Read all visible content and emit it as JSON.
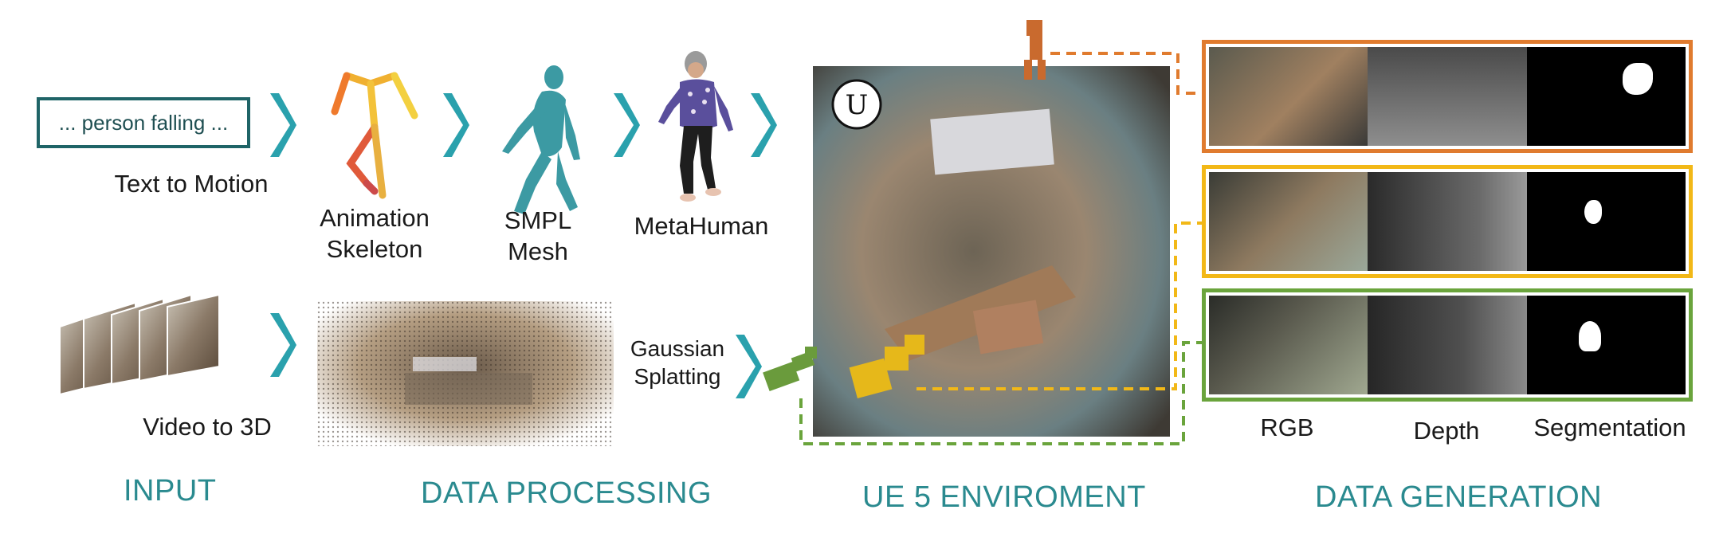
{
  "input": {
    "prompt": "... person falling ...",
    "text_label_1": "Text",
    "text_label_2": "to",
    "text_label_3": "Motion",
    "video_label_1": "Video",
    "video_label_2": "to",
    "video_label_3": "3D"
  },
  "processing": {
    "animation_skeleton": "Animation\nSkeleton",
    "smpl_mesh": "SMPL\nMesh",
    "metahuman": "MetaHuman",
    "gaussian_splatting": "Gaussian\nSplatting"
  },
  "outputs": {
    "rgb": "RGB",
    "depth": "Depth",
    "segmentation": "Segmentation"
  },
  "sections": {
    "input": "INPUT",
    "data_processing": "DATA PROCESSING",
    "ue5": "UE 5 ENVIROMENT",
    "data_generation": "DATA GENERATION"
  },
  "colors": {
    "teal": "#2a8a8f",
    "orange": "#e07b2e",
    "yellow": "#f2b817",
    "green": "#6aa43c"
  }
}
